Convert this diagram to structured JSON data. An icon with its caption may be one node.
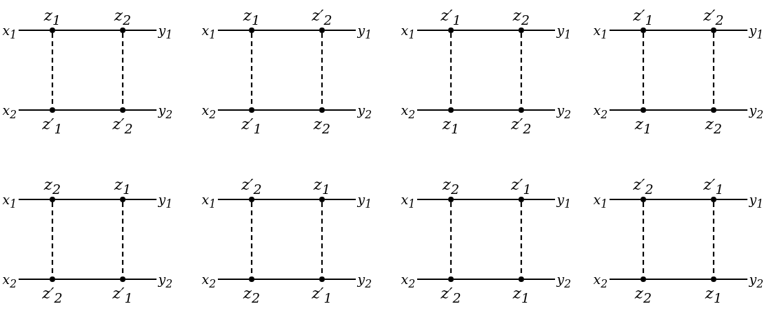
{
  "diagram": {
    "nodes": [
      {
        "text": [
          "x$_{1}$"
        ]
      },
      {
        "text": [
          "z$_{1}$"
        ]
      },
      {
        "text": [
          "z$_{2}$"
        ]
      },
      {
        "text": [
          "y$_{1}$"
        ]
      },
      {
        "text": [
          "x$_{2}$"
        ]
      },
      {
        "text": [
          "z′$_{1}$"
        ]
      },
      {
        "text": [
          "z′$_{2}$"
        ]
      },
      {
        "text": [
          "y$_{2}$"
        ]
      },
      {
        "text": [
          "x$_{1}$"
        ]
      },
      {
        "text": [
          "z$_{1}$"
        ]
      },
      {
        "text": [
          "z′$_{2}$"
        ]
      },
      {
        "text": [
          "y$_{1}$"
        ]
      },
      {
        "text": [
          "x$_{2}$"
        ]
      },
      {
        "text": [
          "z′$_{1}$"
        ]
      },
      {
        "text": [
          "z$_{2}$"
        ]
      },
      {
        "text": [
          "y$_{2}$"
        ]
      },
      {
        "text": [
          "x$_{1}$"
        ]
      },
      {
        "text": [
          "z′$_{1}$"
        ]
      },
      {
        "text": [
          "z$_{2}$"
        ]
      },
      {
        "text": [
          "y$_{1}$"
        ]
      },
      {
        "text": [
          "x$_{2}$"
        ]
      },
      {
        "text": [
          "z$_{1}$"
        ]
      },
      {
        "text": [
          "z′$_{2}$"
        ]
      },
      {
        "text": [
          "y$_{2}$"
        ]
      },
      {
        "text": [
          "x$_{1}$"
        ]
      },
      {
        "text": [
          "z′$_{1}$"
        ]
      },
      {
        "text": [
          "z′$_{2}$"
        ]
      },
      {
        "text": [
          "y$_{1}$"
        ]
      },
      {
        "text": [
          "x$_{2}$"
        ]
      },
      {
        "text": [
          "z$_{1}$"
        ]
      },
      {
        "text": [
          "z$_{2}$"
        ]
      },
      {
        "text": [
          "y$_{2}$"
        ]
      },
      {
        "text": [
          "x$_{1}$"
        ]
      },
      {
        "text": [
          "z$_{2}$"
        ]
      },
      {
        "text": [
          "z$_{1}$"
        ]
      },
      {
        "text": [
          "y$_{1}$"
        ]
      },
      {
        "text": [
          "x$_{2}$"
        ]
      },
      {
        "text": [
          "z′$_{2}$"
        ]
      },
      {
        "text": [
          "z′$_{1}$"
        ]
      },
      {
        "text": [
          "y$_{2}$"
        ]
      },
      {
        "text": [
          "x$_{1}$"
        ]
      },
      {
        "text": [
          "z′$_{2}$"
        ]
      },
      {
        "text": [
          "z$_{1}$"
        ]
      },
      {
        "text": [
          "y$_{1}$"
        ]
      },
      {
        "text": [
          "x$_{2}$"
        ]
      },
      {
        "text": [
          "z$_{2}$"
        ]
      },
      {
        "text": [
          "z′$_{1}$"
        ]
      },
      {
        "text": [
          "y$_{2}$"
        ]
      },
      {
        "text": [
          "x$_{1}$"
        ]
      },
      {
        "text": [
          "z$_{2}$"
        ]
      },
      {
        "text": [
          "z′$_{1}$"
        ]
      },
      {
        "text": [
          "y$_{1}$"
        ]
      },
      {
        "text": [
          "x$_{2}$"
        ]
      },
      {
        "text": [
          "z′$_{2}$"
        ]
      },
      {
        "text": [
          "z$_{1}$"
        ]
      },
      {
        "text": [
          "y$_{2}$"
        ]
      },
      {
        "text": [
          "x$_{1}$"
        ]
      },
      {
        "text": [
          "z′$_{2}$"
        ]
      },
      {
        "text": [
          "z′$_{1}$"
        ]
      },
      {
        "text": [
          "y$_{1}$"
        ]
      },
      {
        "text": [
          "x$_{2}$"
        ]
      },
      {
        "text": [
          "z$_{2}$"
        ]
      },
      {
        "text": [
          "z$_{1}$"
        ]
      },
      {
        "text": [
          "y$_{2}$"
        ]
      }
    ],
    "edges": [
      {
        "from": 0,
        "to": 1,
        "arrow": "none"
      },
      {
        "from": 1,
        "to": 2,
        "arrow": "none"
      },
      {
        "from": 2,
        "to": 3,
        "arrow": "none"
      },
      {
        "from": 4,
        "to": 5,
        "arrow": "none"
      },
      {
        "from": 5,
        "to": 6,
        "arrow": "none"
      },
      {
        "from": 6,
        "to": 7,
        "arrow": "none"
      },
      {
        "from": 1,
        "to": 5,
        "arrow": "none",
        "style": "dashed"
      },
      {
        "from": 2,
        "to": 6,
        "arrow": "none",
        "style": "dashed"
      },
      {
        "from": 8,
        "to": 9,
        "arrow": "none"
      },
      {
        "from": 9,
        "to": 10,
        "arrow": "none"
      },
      {
        "from": 10,
        "to": 11,
        "arrow": "none"
      },
      {
        "from": 12,
        "to": 13,
        "arrow": "none"
      },
      {
        "from": 13,
        "to": 14,
        "arrow": "none"
      },
      {
        "from": 14,
        "to": 15,
        "arrow": "none"
      },
      {
        "from": 9,
        "to": 13,
        "arrow": "none",
        "style": "dashed"
      },
      {
        "from": 10,
        "to": 14,
        "arrow": "none",
        "style": "dashed"
      },
      {
        "from": 16,
        "to": 17,
        "arrow": "none"
      },
      {
        "from": 17,
        "to": 18,
        "arrow": "none"
      },
      {
        "from": 18,
        "to": 19,
        "arrow": "none"
      },
      {
        "from": 20,
        "to": 21,
        "arrow": "none"
      },
      {
        "from": 21,
        "to": 22,
        "arrow": "none"
      },
      {
        "from": 22,
        "to": 23,
        "arrow": "none"
      },
      {
        "from": 17,
        "to": 21,
        "arrow": "none",
        "style": "dashed"
      },
      {
        "from": 18,
        "to": 22,
        "arrow": "none",
        "style": "dashed"
      },
      {
        "from": 24,
        "to": 25,
        "arrow": "none"
      },
      {
        "from": 25,
        "to": 26,
        "arrow": "none"
      },
      {
        "from": 26,
        "to": 27,
        "arrow": "none"
      },
      {
        "from": 28,
        "to": 29,
        "arrow": "none"
      },
      {
        "from": 29,
        "to": 30,
        "arrow": "none"
      },
      {
        "from": 30,
        "to": 31,
        "arrow": "none"
      },
      {
        "from": 25,
        "to": 29,
        "arrow": "none",
        "style": "dashed"
      },
      {
        "from": 26,
        "to": 30,
        "arrow": "none",
        "style": "dashed"
      },
      {
        "from": 32,
        "to": 33,
        "arrow": "none"
      },
      {
        "from": 33,
        "to": 34,
        "arrow": "none"
      },
      {
        "from": 34,
        "to": 35,
        "arrow": "none"
      },
      {
        "from": 36,
        "to": 37,
        "arrow": "none"
      },
      {
        "from": 37,
        "to": 38,
        "arrow": "none"
      },
      {
        "from": 38,
        "to": 39,
        "arrow": "none"
      },
      {
        "from": 33,
        "to": 37,
        "arrow": "none",
        "style": "dashed"
      },
      {
        "from": 34,
        "to": 38,
        "arrow": "none",
        "style": "dashed"
      },
      {
        "from": 40,
        "to": 41,
        "arrow": "none"
      },
      {
        "from": 41,
        "to": 42,
        "arrow": "none"
      },
      {
        "from": 42,
        "to": 43,
        "arrow": "none"
      },
      {
        "from": 44,
        "to": 45,
        "arrow": "none"
      },
      {
        "from": 45,
        "to": 46,
        "arrow": "none"
      },
      {
        "from": 46,
        "to": 47,
        "arrow": "none"
      },
      {
        "from": 41,
        "to": 45,
        "arrow": "none",
        "style": "dashed"
      },
      {
        "from": 42,
        "to": 46,
        "arrow": "none",
        "style": "dashed"
      },
      {
        "from": 48,
        "to": 49,
        "arrow": "none"
      },
      {
        "from": 49,
        "to": 50,
        "arrow": "none"
      },
      {
        "from": 50,
        "to": 51,
        "arrow": "none"
      },
      {
        "from": 52,
        "to": 53,
        "arrow": "none"
      },
      {
        "from": 53,
        "to": 54,
        "arrow": "none"
      },
      {
        "from": 54,
        "to": 55,
        "arrow": "none"
      },
      {
        "from": 49,
        "to": 53,
        "arrow": "none",
        "style": "dashed"
      },
      {
        "from": 50,
        "to": 54,
        "arrow": "none",
        "style": "dashed"
      },
      {
        "from": 56,
        "to": 57,
        "arrow": "none"
      },
      {
        "from": 57,
        "to": 58,
        "arrow": "none"
      },
      {
        "from": 58,
        "to": 59,
        "arrow": "none"
      },
      {
        "from": 60,
        "to": 61,
        "arrow": "none"
      },
      {
        "from": 61,
        "to": 62,
        "arrow": "none"
      },
      {
        "from": 62,
        "to": 63,
        "arrow": "none"
      },
      {
        "from": 57,
        "to": 61,
        "arrow": "none",
        "style": "dashed"
      },
      {
        "from": 58,
        "to": 62,
        "arrow": "none",
        "style": "dashed"
      }
    ]
  }
}
